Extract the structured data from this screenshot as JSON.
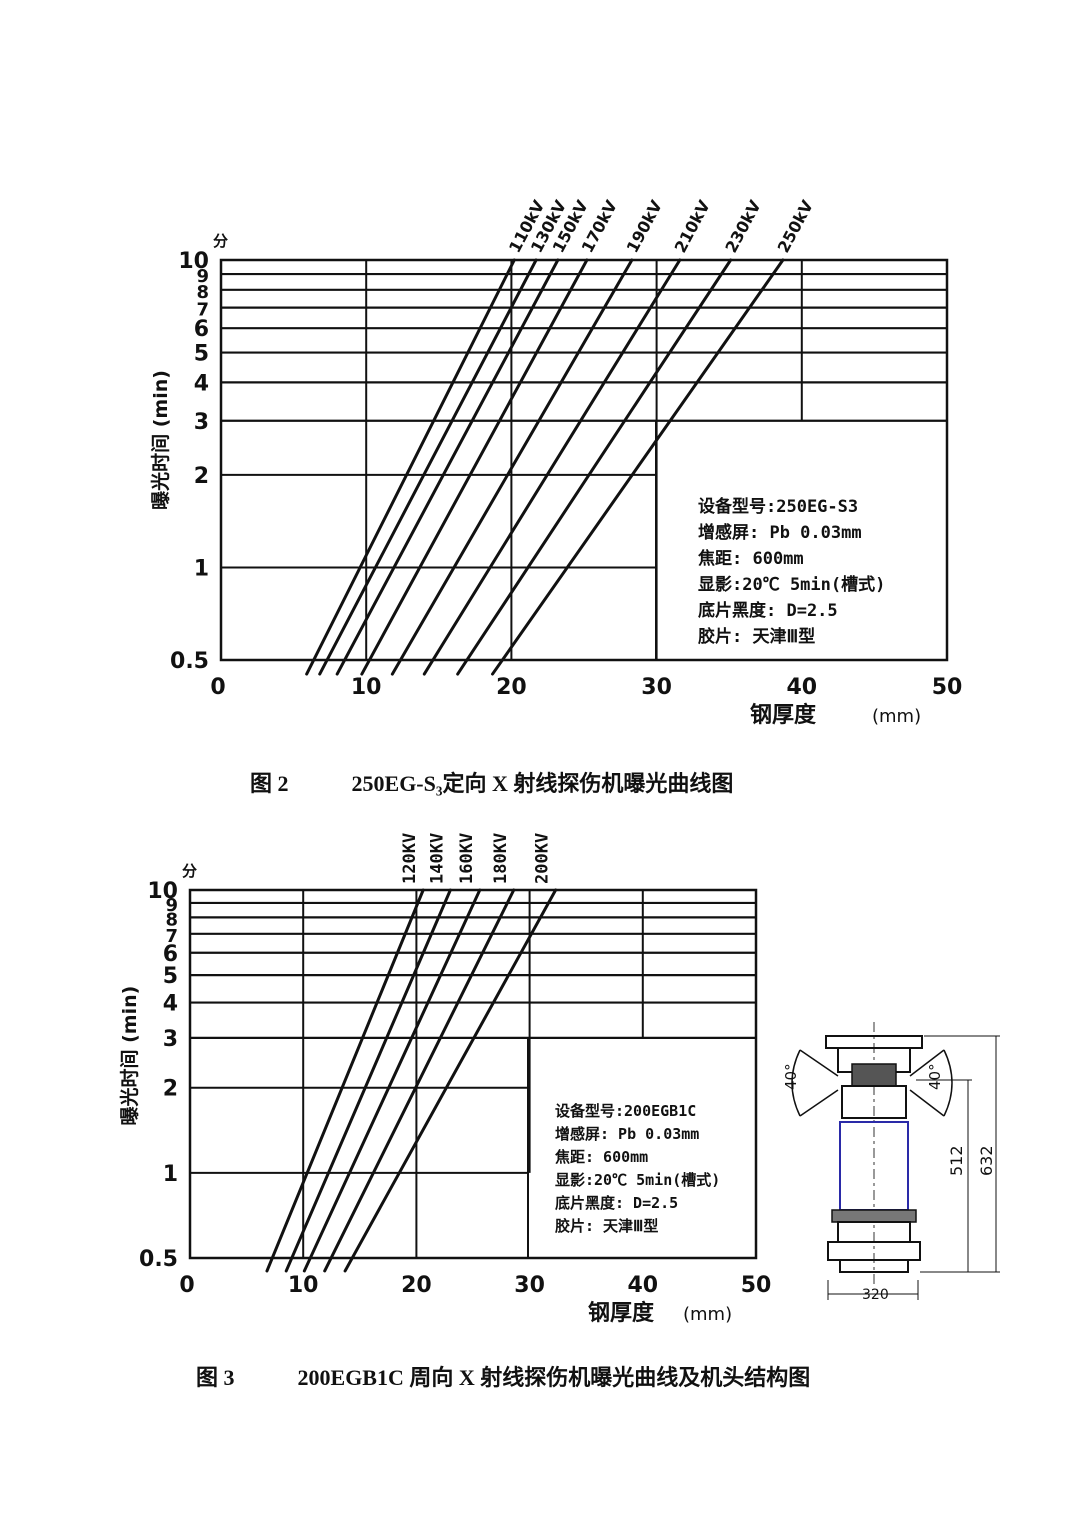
{
  "fig2": {
    "caption_num": "图 2",
    "caption_text": "250EG-S₃定向 X 射线探伤机曝光曲线图",
    "ylabel": "曝光时间 (min)",
    "y_unit_mark": "分",
    "xlabel": "钢厚度",
    "xunit": "(mm)",
    "notes": [
      "设备型号:250EG-S3",
      "增感屏: Pb 0.03mm",
      "焦距: 600mm",
      "显影:20℃ 5min(槽式)",
      "底片黑度: D=2.5",
      "胶片: 天津Ⅲ型"
    ]
  },
  "fig3": {
    "caption_num": "图 3",
    "caption_text": "200EGB1C 周向 X 射线探伤机曝光曲线及机头结构图",
    "ylabel": "曝光时间 (min)",
    "y_unit_mark": "分",
    "xlabel": "钢厚度",
    "xunit": "(mm)",
    "notes": [
      "设备型号:200EGB1C",
      "增感屏: Pb 0.03mm",
      "焦距: 600mm",
      "显影:20℃ 5min(槽式)",
      "底片黑度: D=2.5",
      "胶片: 天津Ⅲ型"
    ],
    "diagram": {
      "angle_left": "40°",
      "angle_right": "40°",
      "dim_512": "512",
      "dim_632": "632",
      "dim_320": "320"
    }
  },
  "chart_data": [
    {
      "type": "line",
      "xlabel": "钢厚度 (mm)",
      "ylabel": "曝光时间 (min)",
      "xlim": [
        0,
        50
      ],
      "ylim": [
        0.5,
        10
      ],
      "yscale": "log",
      "x_ticks": [
        0,
        10,
        20,
        30,
        40,
        50
      ],
      "y_ticks": [
        0.5,
        1,
        2,
        3,
        4,
        5,
        6,
        7,
        8,
        9,
        10
      ],
      "series": [
        {
          "name": "110kV",
          "x": [
            5.9,
            20.2
          ],
          "y": [
            0.45,
            10
          ]
        },
        {
          "name": "130kV",
          "x": [
            6.8,
            21.7
          ],
          "y": [
            0.45,
            10
          ]
        },
        {
          "name": "150kV",
          "x": [
            8.0,
            23.2
          ],
          "y": [
            0.45,
            10
          ]
        },
        {
          "name": "170kV",
          "x": [
            9.7,
            25.2
          ],
          "y": [
            0.45,
            10
          ]
        },
        {
          "name": "190kV",
          "x": [
            11.8,
            28.3
          ],
          "y": [
            0.45,
            10
          ]
        },
        {
          "name": "210kV",
          "x": [
            14.0,
            31.6
          ],
          "y": [
            0.45,
            10
          ]
        },
        {
          "name": "230kV",
          "x": [
            16.3,
            35.1
          ],
          "y": [
            0.45,
            10
          ]
        },
        {
          "name": "250kV",
          "x": [
            18.7,
            38.7
          ],
          "y": [
            0.45,
            10
          ]
        }
      ]
    },
    {
      "type": "line",
      "xlabel": "钢厚度 (mm)",
      "ylabel": "曝光时间 (min)",
      "xlim": [
        0,
        50
      ],
      "ylim": [
        0.5,
        10
      ],
      "yscale": "log",
      "x_ticks": [
        0,
        10,
        20,
        30,
        40,
        50
      ],
      "y_ticks": [
        0.5,
        1,
        2,
        3,
        4,
        5,
        6,
        7,
        8,
        9,
        10
      ],
      "series": [
        {
          "name": "120KV",
          "x": [
            6.8,
            20.6
          ],
          "y": [
            0.45,
            10
          ]
        },
        {
          "name": "140KV",
          "x": [
            8.5,
            23.0
          ],
          "y": [
            0.45,
            10
          ]
        },
        {
          "name": "160KV",
          "x": [
            10.1,
            25.6
          ],
          "y": [
            0.45,
            10
          ]
        },
        {
          "name": "180KV",
          "x": [
            11.9,
            28.6
          ],
          "y": [
            0.45,
            10
          ]
        },
        {
          "name": "200KV",
          "x": [
            13.7,
            32.3
          ],
          "y": [
            0.45,
            10
          ]
        }
      ]
    }
  ]
}
